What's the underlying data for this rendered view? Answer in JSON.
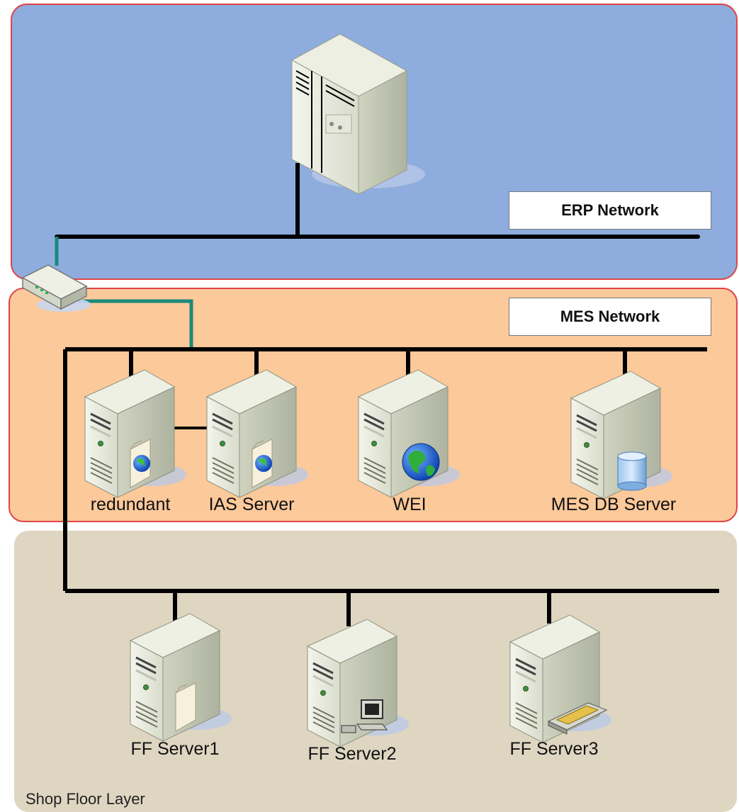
{
  "networks": {
    "erp": {
      "label": "ERP Network",
      "color": "#8eadde"
    },
    "mes": {
      "label": "MES Network",
      "color": "#fcc99a"
    },
    "shop_floor": {
      "label": "Shop Floor Layer",
      "color": "#dfd6c2"
    }
  },
  "servers": {
    "erp_server": {
      "label": ""
    },
    "redundant": {
      "label": "redundant",
      "badge": "folder-globe"
    },
    "ias": {
      "label": "IAS Server",
      "badge": "folder-globe"
    },
    "wei": {
      "label": "WEI",
      "badge": "globe"
    },
    "mes_db": {
      "label": "MES DB Server",
      "badge": "database"
    },
    "ff1": {
      "label": "FF Server1",
      "badge": "folder"
    },
    "ff2": {
      "label": "FF Server2",
      "badge": "computer"
    },
    "ff3": {
      "label": "FF Server3",
      "badge": "scanner"
    }
  },
  "colors": {
    "bus": "#000000",
    "uplink": "#1a8a7a",
    "border": "#e0444a"
  }
}
